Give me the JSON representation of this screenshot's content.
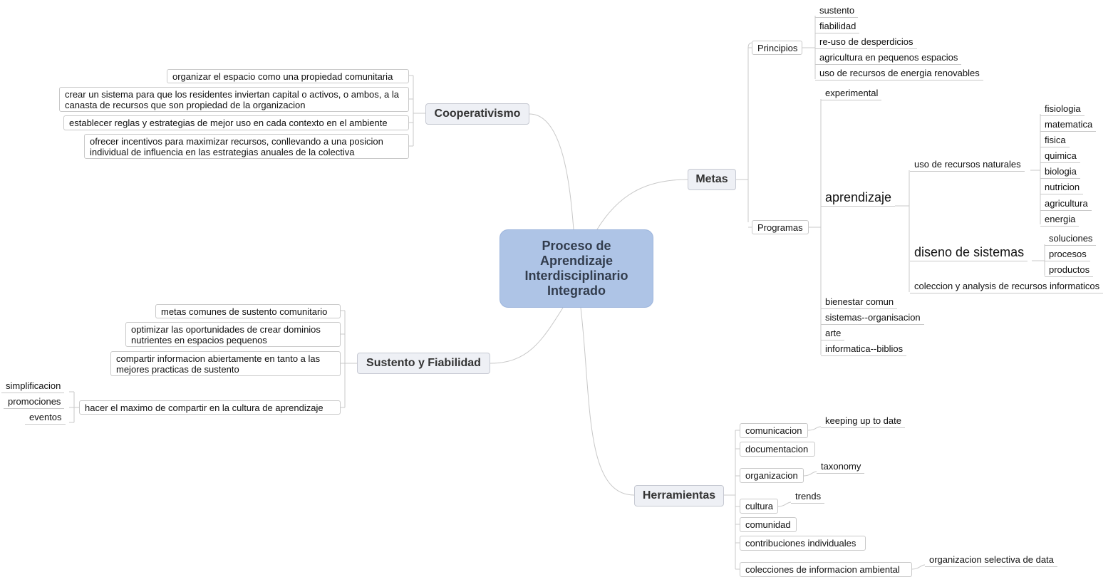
{
  "central": {
    "title": "Proceso de Aprendizaje Interdisciplinario Integrado"
  },
  "cooperativismo": {
    "label": "Cooperativismo",
    "items": [
      "organizar el espacio como una propiedad comunitaria",
      "crear un sistema para que los residentes inviertan capital o activos, o ambos, a la canasta de recursos que son propiedad de la organizacion",
      "establecer reglas y estrategias de mejor uso en cada contexto en el ambiente",
      "ofrecer incentivos para maximizar recursos, conllevando a una posicion individual de influencia en las estrategias anuales de la colectiva"
    ]
  },
  "sustento": {
    "label": "Sustento y Fiabilidad",
    "items": [
      "metas comunes de sustento comunitario",
      "optimizar las oportunidades de crear dominios nutrientes en espacios pequenos",
      "compartir informacion abiertamente en tanto a las mejores practicas de sustento",
      "hacer el maximo de compartir en la cultura de aprendizaje"
    ],
    "cultura_items": [
      "simplificacion",
      "promociones",
      "eventos"
    ]
  },
  "metas": {
    "label": "Metas",
    "principios": {
      "label": "Principios",
      "items": [
        "sustento",
        "fiabilidad",
        "re-uso de desperdicios",
        "agricultura en pequenos espacios",
        "uso de recursos de energia renovables"
      ]
    },
    "programas": {
      "label": "Programas",
      "experimental": "experimental",
      "aprendizaje": {
        "label": "aprendizaje",
        "recursos": {
          "label": "uso de recursos naturales",
          "items": [
            "fisiologia",
            "matematica",
            "fisica",
            "quimica",
            "biologia",
            "nutricion",
            "agricultura",
            "energia"
          ]
        },
        "diseno": {
          "label": "diseno de sistemas",
          "items": [
            "soluciones",
            "procesos",
            "productos"
          ]
        },
        "coleccion": "coleccion y analysis de recursos informaticos"
      },
      "others": [
        "bienestar comun",
        "sistemas--organisacion",
        "arte",
        "informatica--biblios"
      ]
    }
  },
  "herramientas": {
    "label": "Herramientas",
    "items": [
      {
        "label": "comunicacion",
        "sub": "keeping up to date"
      },
      {
        "label": "documentacion",
        "sub": ""
      },
      {
        "label": "organizacion",
        "sub": "taxonomy"
      },
      {
        "label": "cultura",
        "sub": "trends"
      },
      {
        "label": "comunidad",
        "sub": ""
      },
      {
        "label": "contribuciones individuales",
        "sub": ""
      },
      {
        "label": "colecciones de informacion ambiental",
        "sub": "organizacion selectiva de data"
      }
    ]
  }
}
